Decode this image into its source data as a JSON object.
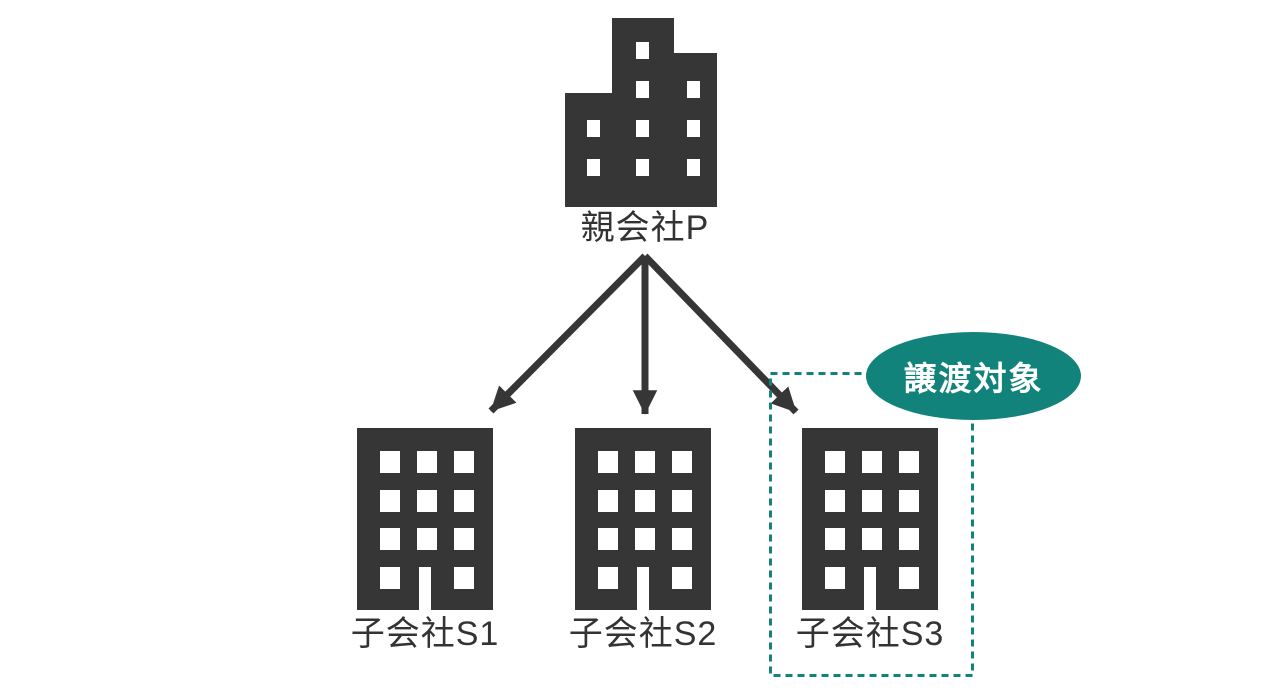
{
  "diagram": {
    "parent": {
      "label": "親会社P"
    },
    "subsidiaries": [
      {
        "label": "子会社S1",
        "highlighted": false
      },
      {
        "label": "子会社S2",
        "highlighted": false
      },
      {
        "label": "子会社S3",
        "highlighted": true
      }
    ],
    "badge": {
      "label": "譲渡対象"
    },
    "colors": {
      "building": "#363636",
      "accent": "#12837B",
      "text": "#333333",
      "badge-text": "#ffffff"
    }
  }
}
